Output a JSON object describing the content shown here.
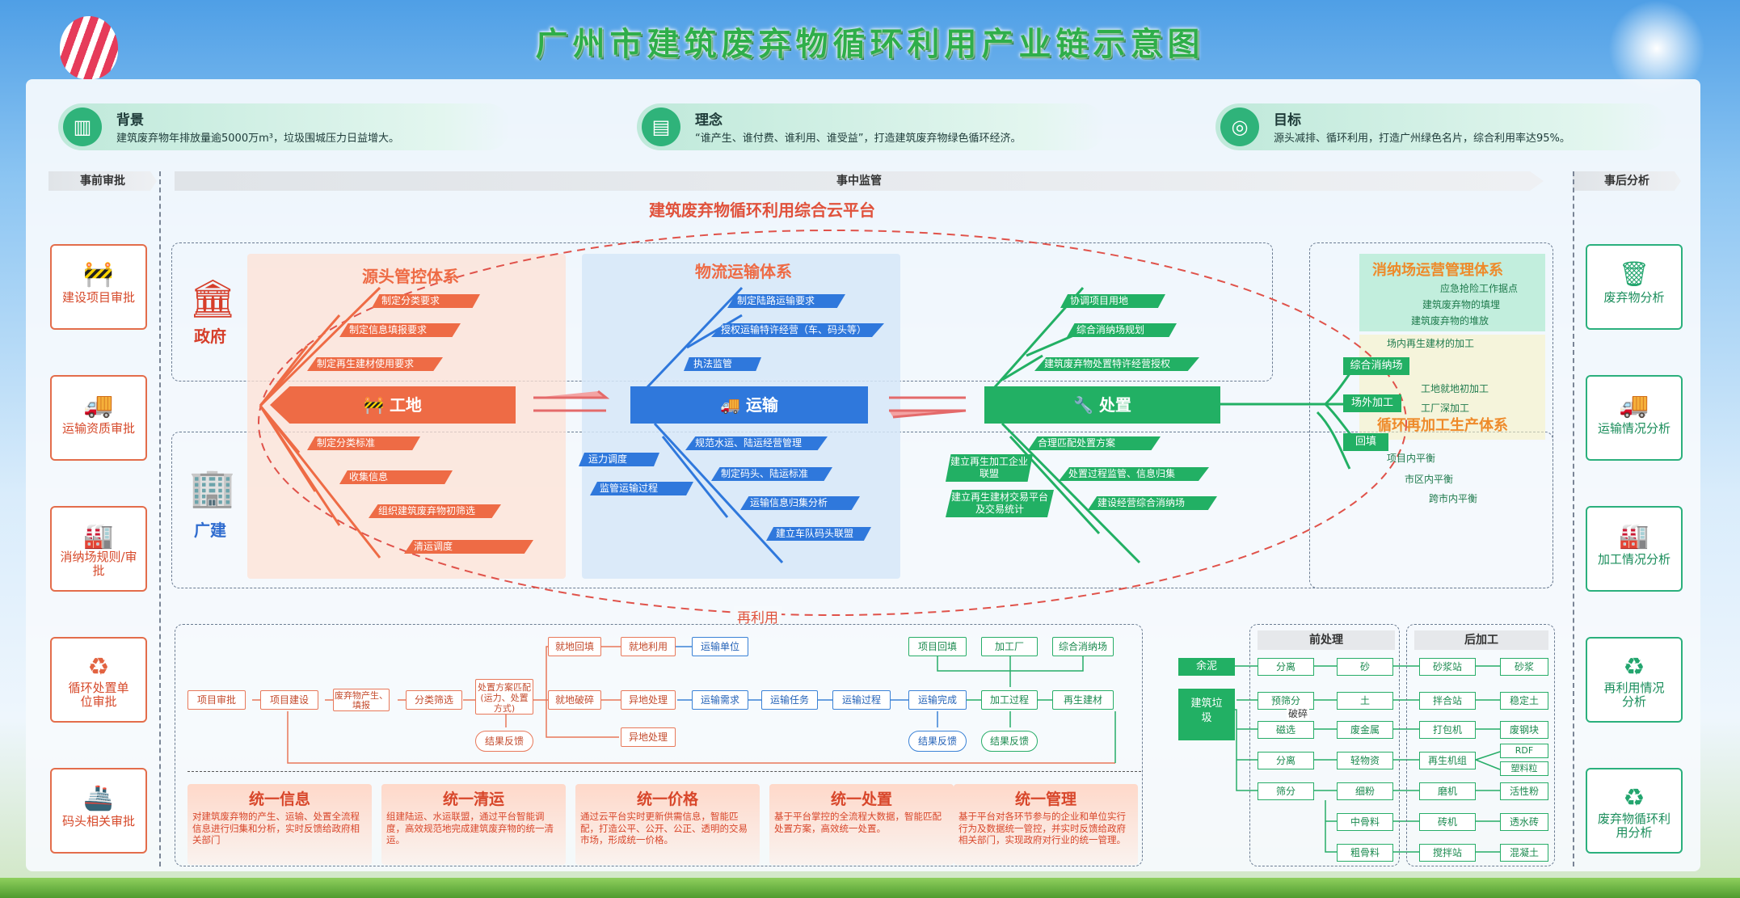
{
  "title": "广州市建筑废弃物循环利用产业链示意图",
  "top_info": [
    {
      "heading": "背景",
      "text": "建筑废弃物年排放量逾5000万m³，垃圾围城压力日益增大。",
      "icon": "building-icon"
    },
    {
      "heading": "理念",
      "text": "“谁产生、谁付费、谁利用、谁受益”，打造建筑废弃物绿色循环经济。",
      "icon": "document-icon"
    },
    {
      "heading": "目标",
      "text": "源头减排、循环利用，打造广州绿色名片，综合利用率达95%。",
      "icon": "target-icon"
    }
  ],
  "phases": {
    "before": "事前审批",
    "during": "事中监管",
    "after": "事后分析"
  },
  "left_items": [
    "建设项目审批",
    "运输资质审批",
    "消纳场规则/审批",
    "循环处置单位审批",
    "码头相关审批"
  ],
  "right_items": [
    "废弃物分析",
    "运输情况分析",
    "加工情况分析",
    "再利用情况分析",
    "废弃物循环利用分析"
  ],
  "platform_title": "建筑废弃物循环利用综合云平台",
  "actors": {
    "gov": "政府",
    "gj": "广建"
  },
  "source": {
    "title": "源头管控体系",
    "hub": "工地",
    "upper": [
      "制定分类要求",
      "制定信息填报要求",
      "制定再生建材使用要求"
    ],
    "lower": [
      "制定分类标准",
      "收集信息",
      "组织建筑废弃物初筛选",
      "清运调度"
    ]
  },
  "logistics": {
    "title": "物流运输体系",
    "hub": "运输",
    "upper": [
      "制定陆路运输要求",
      "授权运输特许经营（车、码头等）",
      "执法监管"
    ],
    "lower_right": [
      "规范水运、陆运经营管理",
      "制定码头、陆运标准",
      "运输信息归集分析",
      "建立车队码头联盟"
    ],
    "lower_left": [
      "运力调度",
      "监管运输过程"
    ]
  },
  "disposal": {
    "hub": "处置",
    "upper": [
      "协调项目用地",
      "综合消纳场规划",
      "建筑废弃物处置特许经营授权"
    ],
    "lower_right": [
      "合理匹配处置方案",
      "处置过程监管、信息归集",
      "建设经营综合消纳场"
    ],
    "lower_left": [
      "建立再生加工企业联盟",
      "建立再生建材交易平台及交易统计"
    ],
    "branches": [
      "综合消纳场",
      "场外加工",
      "回填"
    ]
  },
  "landfill": {
    "title": "消纳场运营管理体系",
    "items": [
      "应急抢险工作据点",
      "建筑废弃物的填埋",
      "建筑废弃物的堆放",
      "场内再生建材的加工"
    ]
  },
  "recycle_sys": {
    "title": "循环再加工生产体系",
    "items": [
      "工地就地初加工",
      "工厂深加工"
    ],
    "backfill": [
      "项目内平衡",
      "市区内平衡",
      "跨市内平衡"
    ]
  },
  "reuse_label": "再利用",
  "flow": {
    "main": [
      "项目审批",
      "项目建设",
      "废弃物产生、填报",
      "分类筛选",
      "处置方案匹配(运力、处置方式)"
    ],
    "options": [
      "就地回填",
      "就地破碎",
      "就地利用",
      "异地处理",
      "异地处理"
    ],
    "transport": [
      "运输单位",
      "运输需求",
      "运输任务",
      "运输过程",
      "运输完成"
    ],
    "process": [
      "项目回填",
      "加工厂",
      "综合消纳场",
      "加工过程",
      "再生建材"
    ],
    "feedback": [
      "结果反馈",
      "结果反馈",
      "结果反馈"
    ]
  },
  "unify": [
    {
      "title": "统一信息",
      "text": "对建筑废弃物的产生、运输、处置全流程信息进行归集和分析，实时反馈给政府相关部门"
    },
    {
      "title": "统一清运",
      "text": "组建陆运、水运联盟，通过平台智能调度，高效规范地完成建筑废弃物的统一清运。"
    },
    {
      "title": "统一价格",
      "text": "通过云平台实时更新供需信息，智能匹配，打造公平、公开、公正、透明的交易市场，形成统一价格。"
    },
    {
      "title": "统一处置",
      "text": "基于平台掌控的全流程大数据，智能匹配处置方案，高效统一处置。"
    },
    {
      "title": "统一管理",
      "text": "基于平台对各环节参与的企业和单位实行行为及数据统一管控，并实时反馈给政府相关部门，实现政府对行业的统一管理。"
    }
  ],
  "processing": {
    "pre_title": "前处理",
    "post_title": "后加工",
    "inputs": [
      "余泥",
      "建筑垃圾"
    ],
    "pre_steps": [
      "分离",
      "预筛分",
      "磁选",
      "分离",
      "筛分"
    ],
    "crush": "破碎",
    "pre_outputs": [
      "砂",
      "土",
      "废金属",
      "轻物资",
      "细粉",
      "中骨料",
      "粗骨料"
    ],
    "post_machines": [
      "砂浆站",
      "拌合站",
      "打包机",
      "再生机组",
      "磨机",
      "砖机",
      "搅拌站"
    ],
    "post_products": [
      "砂浆",
      "稳定土",
      "废钢块",
      "RDF",
      "塑料粒",
      "活性粉",
      "透水砖",
      "混凝土"
    ]
  }
}
